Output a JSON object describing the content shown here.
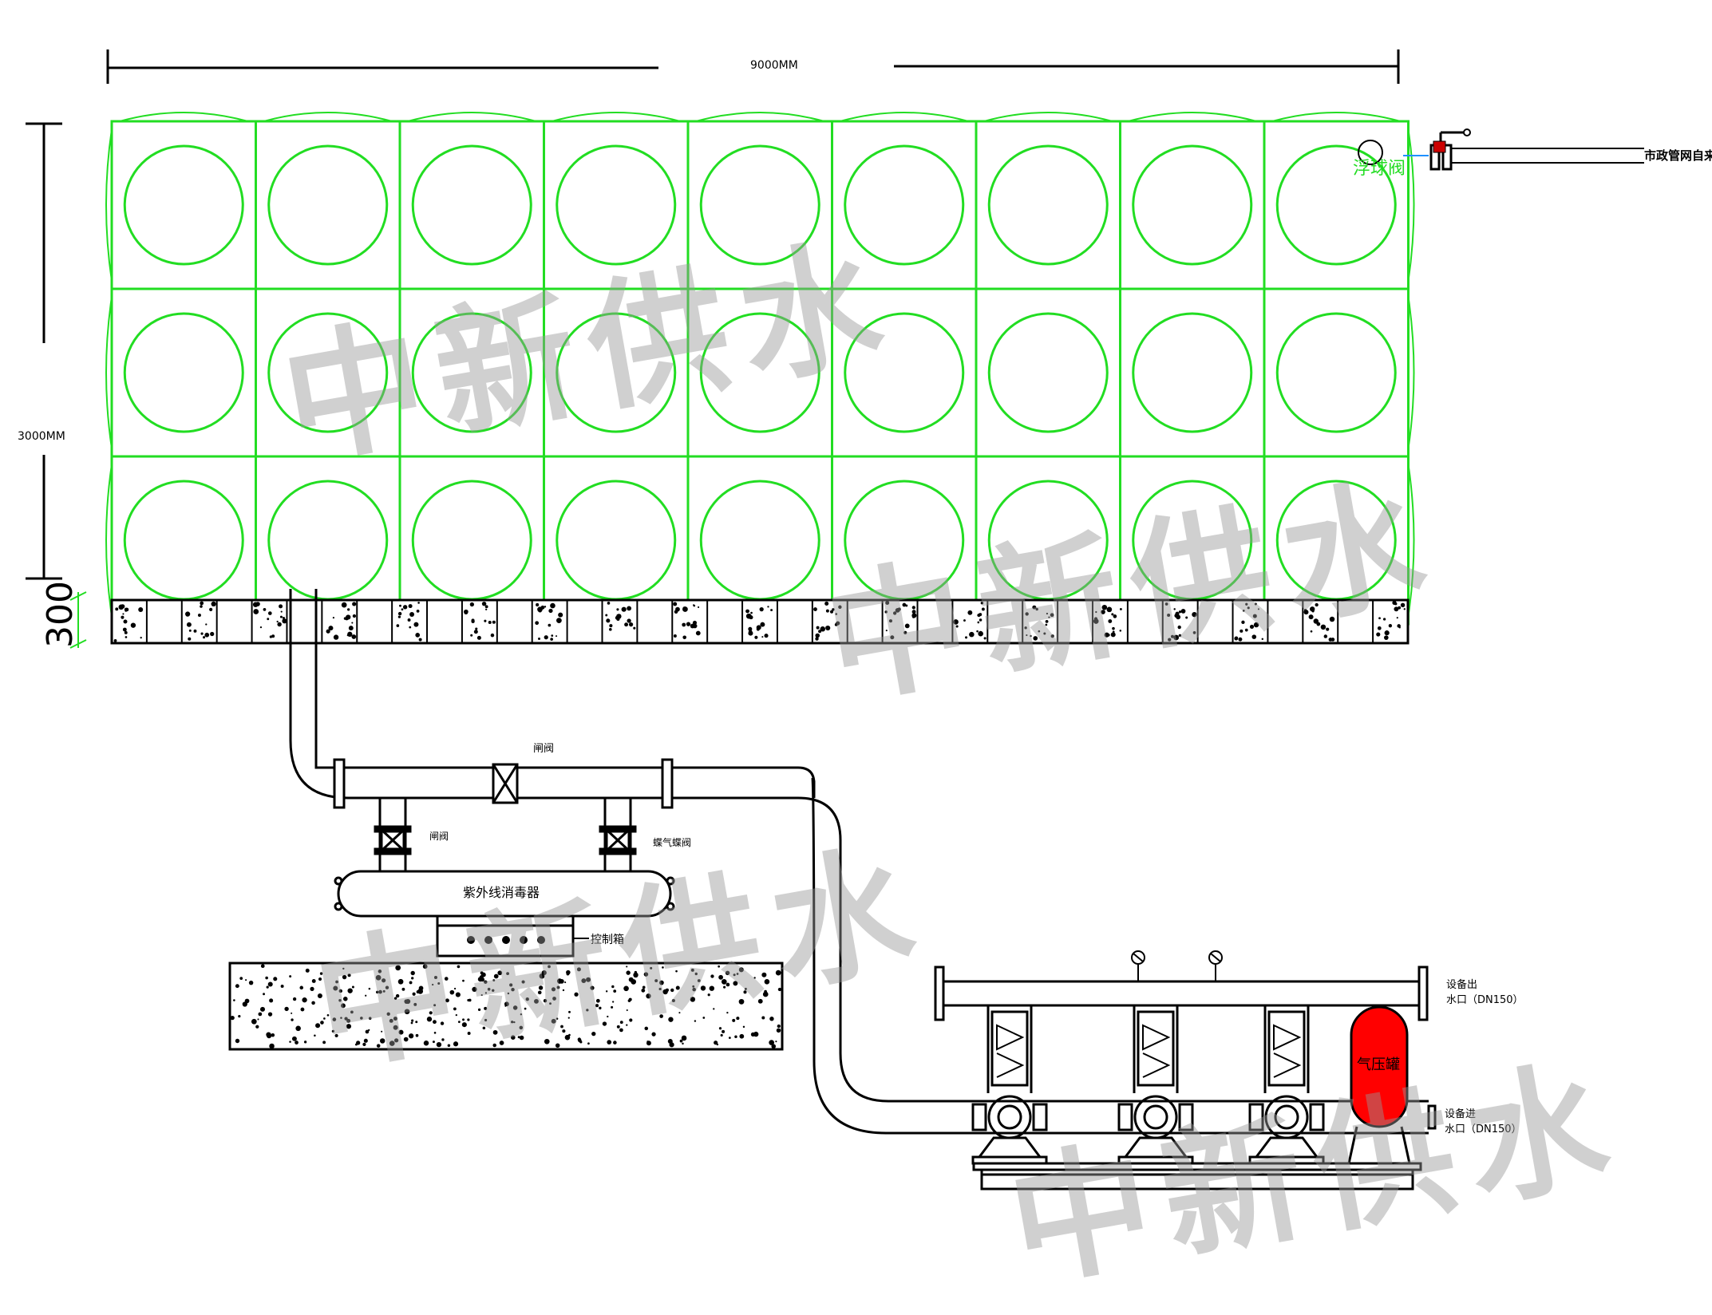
{
  "dimensions": {
    "width_label": "9000MM",
    "height_label": "3000MM",
    "base_label": "300"
  },
  "tank": {
    "float_valve_label": "浮球阀",
    "municipal_inlet_label": "市政管网自来水"
  },
  "disinfection": {
    "gate_valve_top": "闸阀",
    "gate_valve_left": "闸阀",
    "gate_valve_right": "蝶气蝶阀",
    "uv_sterilizer": "紫外线消毒器",
    "control_box": "控制箱"
  },
  "pump_station": {
    "outlet_label_1": "设备出",
    "outlet_label_2": "水口（DN150）",
    "inlet_label_1": "设备进",
    "inlet_label_2": "水口（DN150）",
    "pressure_tank": "气压罐"
  },
  "watermark": {
    "text": "中新供水"
  },
  "colors": {
    "tank_grid": "#22dd22",
    "pressure_tank": "#ff0000",
    "line": "#000000",
    "watermark": "#999999"
  }
}
